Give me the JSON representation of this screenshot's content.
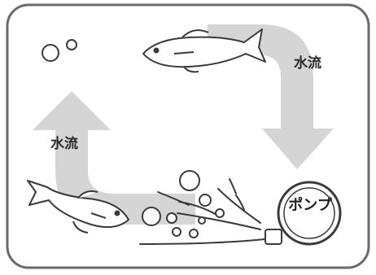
{
  "labels": {
    "water_flow_top": "水流",
    "water_flow_left": "水流",
    "pump": "ポンプ"
  },
  "colors": {
    "frame": "#6a6a6a",
    "arrow": "#d5d5d5",
    "fish_fill": "#ffffff",
    "fish_stroke": "#3a3a3a",
    "bubble": "#3a3a3a"
  }
}
